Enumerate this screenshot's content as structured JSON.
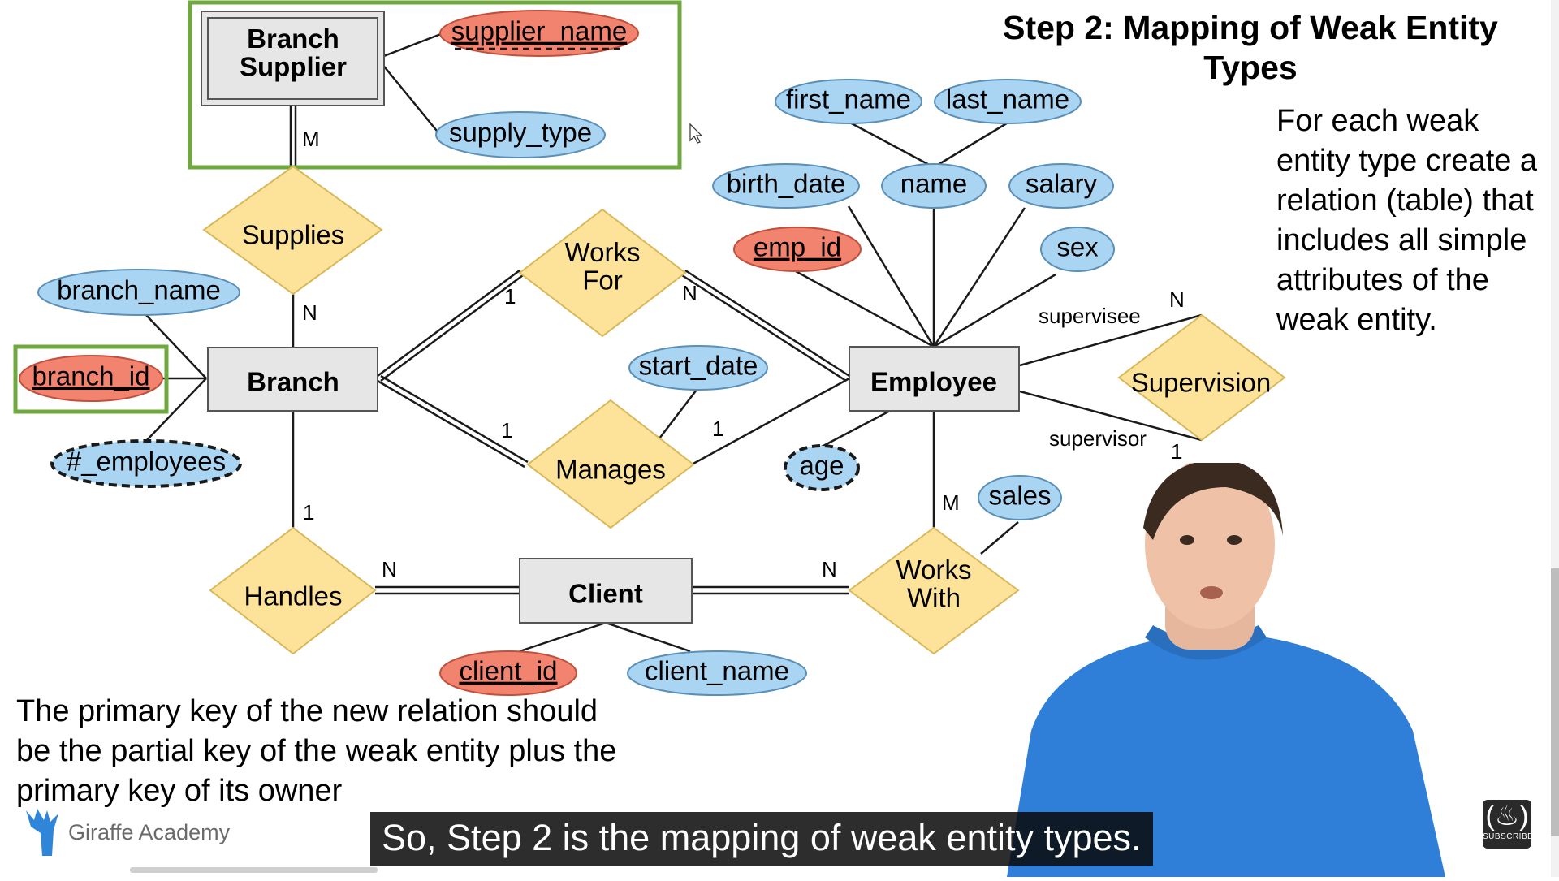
{
  "title": "Step 2: Mapping of Weak Entity Types",
  "description": "For each weak entity type create a relation (table) that includes all simple attributes of the weak entity.",
  "bottom_note": "The primary key of the new relation should be the partial key of the weak entity plus the primary key of its owner",
  "caption": "So, Step 2 is the mapping of weak entity types.",
  "brand": "Giraffe Academy",
  "subscribe_label": "SUBSCRIBE",
  "colors": {
    "entity_fill": "#e6e6e6",
    "attribute_fill": "#aad5f2",
    "key_attribute_fill": "#f2836f",
    "relationship_fill": "#fde299",
    "highlight_border": "#6fa83f"
  },
  "diagram": {
    "entities": {
      "branch_supplier": "Branch\nSupplier",
      "branch": "Branch",
      "employee": "Employee",
      "client": "Client"
    },
    "relationships": {
      "supplies": "Supplies",
      "works_for": "Works\nFor",
      "manages": "Manages",
      "supervision": "Supervision",
      "handles": "Handles",
      "works_with": "Works\nWith"
    },
    "attributes": {
      "supplier_name": "supplier_name",
      "supply_type": "supply_type",
      "branch_name": "branch_name",
      "branch_id": "branch_id",
      "num_employees": "#_employees",
      "first_name": "first_name",
      "last_name": "last_name",
      "birth_date": "birth_date",
      "name": "name",
      "salary": "salary",
      "emp_id": "emp_id",
      "sex": "sex",
      "start_date": "start_date",
      "age": "age",
      "sales": "sales",
      "client_id": "client_id",
      "client_name": "client_name"
    },
    "cardinalities": {
      "supplies_supplier": "M",
      "supplies_branch": "N",
      "worksfor_branch": "1",
      "worksfor_employee": "N",
      "manages_branch": "1",
      "manages_employee": "1",
      "handles_branch": "1",
      "handles_client": "N",
      "workswith_client": "N",
      "workswith_employee": "M",
      "supervisee_card": "N",
      "supervisor_card": "1"
    },
    "role_labels": {
      "supervisee": "supervisee",
      "supervisor": "supervisor"
    }
  }
}
